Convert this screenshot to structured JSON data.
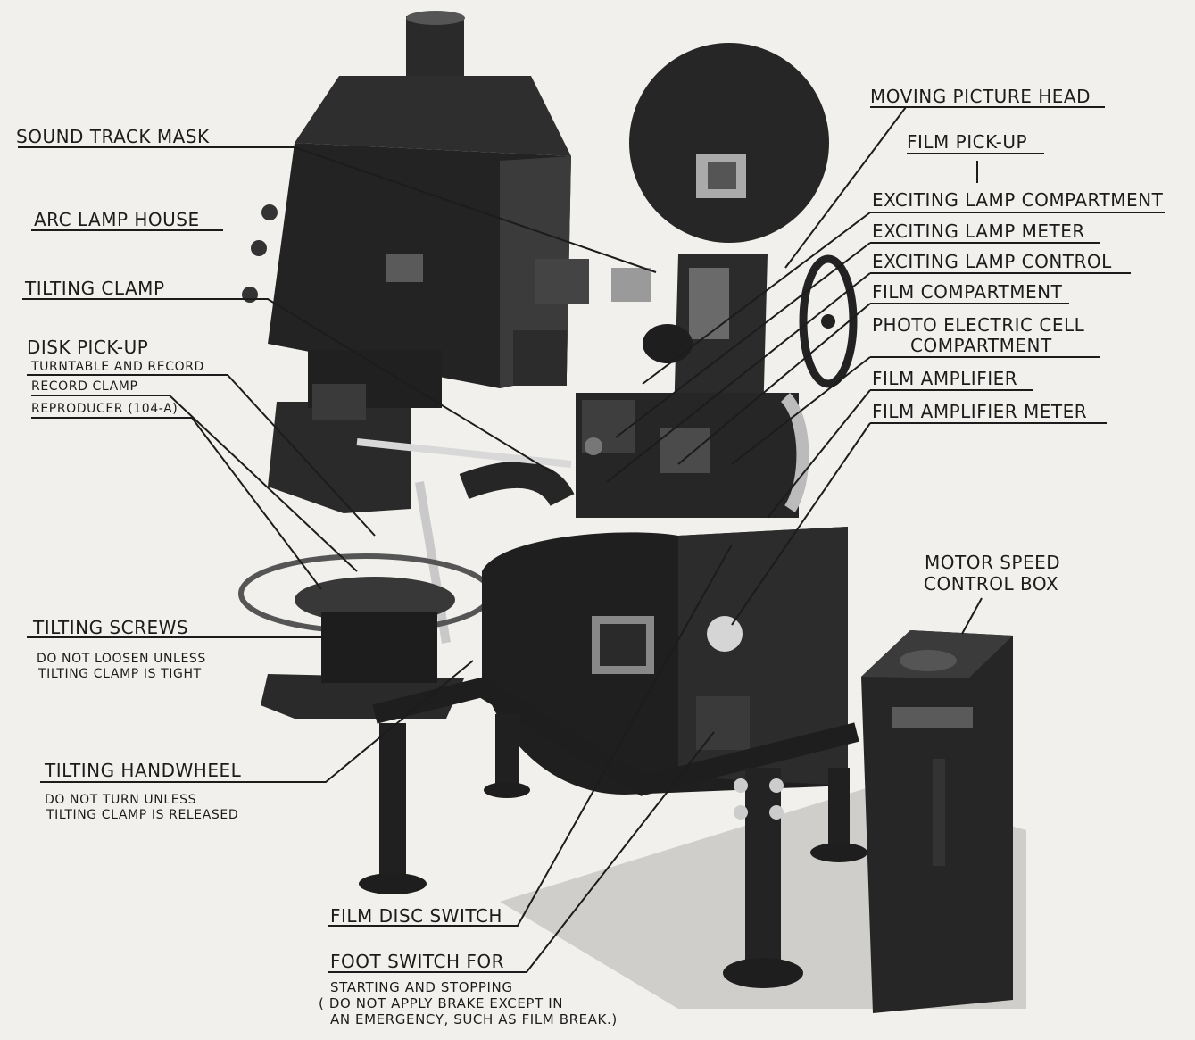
{
  "labels": {
    "sound_track_mask": "SOUND TRACK MASK",
    "arc_lamp_house": "ARC LAMP HOUSE",
    "tilting_clamp": "TILTING CLAMP",
    "disk_pick_up": "DISK PICK-UP",
    "turntable_and_record": "TURNTABLE AND RECORD",
    "record_clamp": "RECORD CLAMP",
    "reproducer": "REPRODUCER (104-A)",
    "tilting_screws": "TILTING SCREWS",
    "tilting_screws_note_1": "DO NOT LOOSEN UNLESS",
    "tilting_screws_note_2": "TILTING CLAMP IS TIGHT",
    "tilting_handwheel": "TILTING HANDWHEEL",
    "tilting_handwheel_note_1": "DO NOT TURN UNLESS",
    "tilting_handwheel_note_2": "TILTING CLAMP IS RELEASED",
    "moving_picture_head": "MOVING PICTURE HEAD",
    "film_pick_up": "FILM PICK-UP",
    "exciting_lamp_compartment": "EXCITING LAMP COMPARTMENT",
    "exciting_lamp_meter": "EXCITING LAMP METER",
    "exciting_lamp_control": "EXCITING LAMP CONTROL",
    "film_compartment": "FILM COMPARTMENT",
    "photo_electric_cell_1": "PHOTO ELECTRIC CELL",
    "photo_electric_cell_2": "COMPARTMENT",
    "film_amplifier": "FILM AMPLIFIER",
    "film_amplifier_meter": "FILM AMPLIFIER METER",
    "motor_speed_1": "MOTOR SPEED",
    "motor_speed_2": "CONTROL BOX",
    "film_disc_switch": "FILM DISC SWITCH",
    "foot_switch_for": "FOOT SWITCH FOR",
    "foot_switch_note_1": "STARTING AND STOPPING",
    "foot_switch_note_2": "( DO NOT APPLY BRAKE EXCEPT IN",
    "foot_switch_note_3": "AN EMERGENCY, SUCH AS FILM BREAK.)"
  },
  "colors": {
    "paper": "#f1f0ec",
    "ink": "#1c1c1c",
    "machine_dark": "#1e1e1e",
    "machine_mid": "#3a3a3a",
    "shadow": "#c9c8c4"
  }
}
